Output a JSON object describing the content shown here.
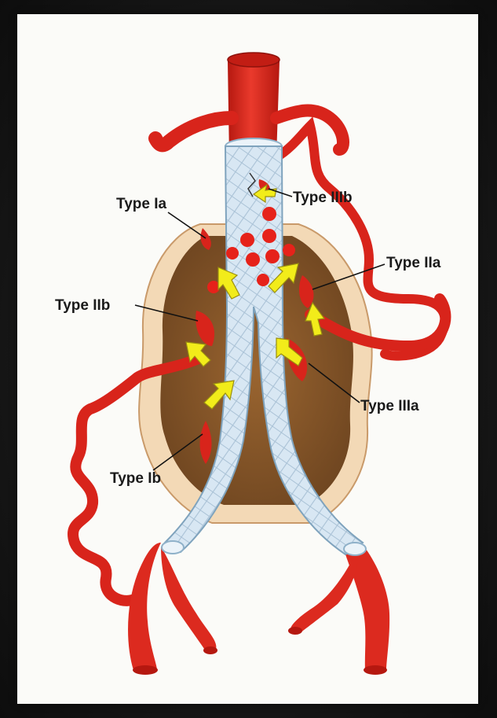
{
  "labels": {
    "type_ia": "Type Ia",
    "type_ib": "Type Ib",
    "type_iia": "Type IIa",
    "type_iib": "Type IIb",
    "type_iiia": "Type IIIa",
    "type_iiib": "Type IIIb"
  },
  "colors": {
    "artery": "#e0261d",
    "artery_dark": "#b51810",
    "stent_graft": "#d6e6f2",
    "sac_outer": "#f3d9b6",
    "thrombus": "#8a5a2a",
    "leak_arrow": "#f2ec1a",
    "background": "#1c1c1c",
    "panel": "#fbfbf8"
  },
  "icons": {
    "leak_arrow": "yellow-arrow-icon",
    "blood_droplet": "red-dot-icon"
  }
}
